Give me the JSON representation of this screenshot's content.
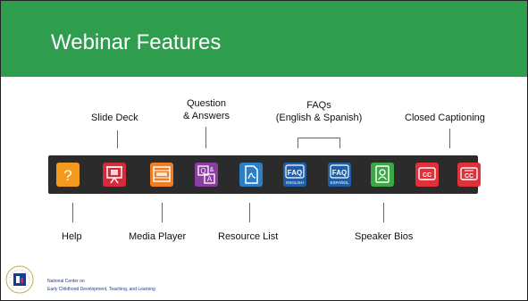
{
  "slide": {
    "title": "Webinar Features"
  },
  "colors": {
    "title_bar": "#2e9e4e",
    "toolbar": "#2b2b2b",
    "help": "#f39a1e",
    "slide_deck": "#d42a3a",
    "media_player": "#ef7d22",
    "question_answers": "#8a3fa0",
    "resource_list": "#2a7fc6",
    "faq_english": "#1f5fa6",
    "faq_espanol": "#1f5fa6",
    "speaker_bios": "#3aa845",
    "closed_captioning_1": "#e0313a",
    "closed_captioning_2": "#e0313a"
  },
  "labels_top": {
    "slide_deck": "Slide Deck",
    "question_answers_l1": "Question",
    "question_answers_l2": "& Answers",
    "faqs_l1": "FAQs",
    "faqs_l2": "(English & Spanish)",
    "closed_captioning": "Closed Captioning"
  },
  "labels_bottom": {
    "help": "Help",
    "media_player": "Media Player",
    "resource_list": "Resource List",
    "speaker_bios": "Speaker Bios"
  },
  "toolbar": {
    "help_glyph": "?",
    "faq_english_text": "FAQ",
    "faq_english_sub": "ENGLISH",
    "faq_espanol_text": "FAQ",
    "faq_espanol_sub": "ESPAÑOL",
    "cc_text": "CC",
    "cc2_text": "CC"
  },
  "icons": {
    "help": "help-icon",
    "slide_deck": "presentation-easel-icon",
    "media_player": "media-player-icon",
    "question_answers": "q-and-a-icon",
    "resource_list": "pdf-document-icon",
    "faq_english": "faq-english-icon",
    "faq_espanol": "faq-espanol-icon",
    "speaker_bios": "speaker-bio-icon",
    "closed_captioning_1": "closed-captioning-icon",
    "closed_captioning_2": "closed-captioning-alt-icon"
  },
  "footer": {
    "org_line1": "National Center on",
    "org_line2": "Early Childhood Development, Teaching, and Learning"
  }
}
